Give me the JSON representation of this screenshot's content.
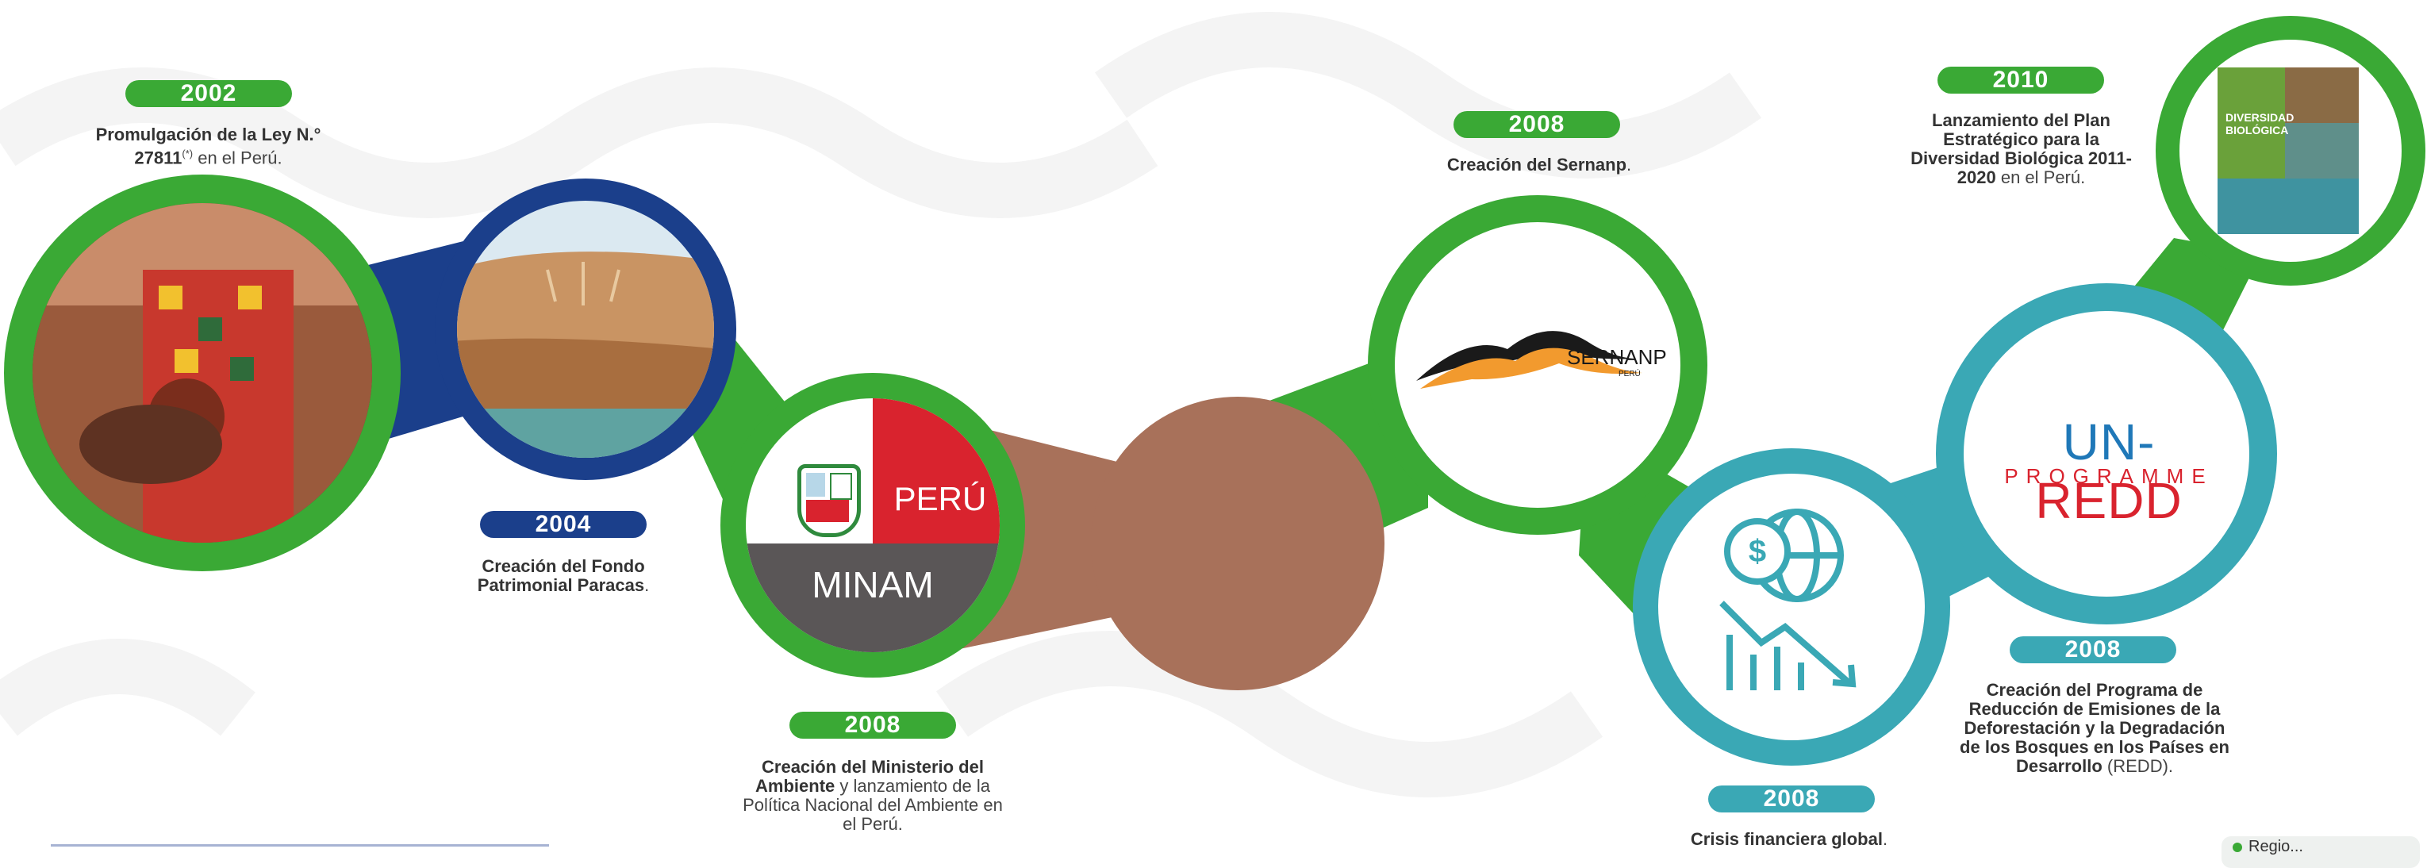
{
  "events": {
    "e2002": {
      "year": "2002",
      "title": "Promulgación de la Ley N.° 27811",
      "sup": "(*)",
      "rest": "en el Perú."
    },
    "e2004": {
      "year": "2004",
      "title": "Creación del Fondo Patrimonial Paracas",
      "rest": "."
    },
    "e2008_minam": {
      "year": "2008",
      "title": "Creación del Ministerio del Ambiente",
      "rest": "y lanzamiento de la Política Nacional del Ambiente en el Perú."
    },
    "e2008_sernanp": {
      "year": "2008",
      "title": "Creación del Sernanp",
      "rest": "."
    },
    "e2008_crisis": {
      "year": "2008",
      "title": "Crisis financiera global",
      "rest": "."
    },
    "e2008_redd": {
      "year": "2008",
      "title": "Creación del Programa de Reducción de Emisiones de la Deforestación y la Degradación de los Bosques en los Países en Desarrollo",
      "rest": "(REDD)."
    },
    "e2010": {
      "year": "2010",
      "title": "Lanzamiento del Plan Estratégico para la Diversidad Biológica 2011-2020",
      "rest": "en el Perú."
    }
  },
  "logos": {
    "peru": "PERÚ",
    "minam": "MINAM",
    "sernanp": "SERNANP",
    "sernanp_sub": "PERÚ",
    "unredd_un": "UN-",
    "unredd_redd": "REDD",
    "unredd_programme": "PROGRAMME",
    "book_title": "DIVERSIDAD BIOLÓGICA"
  },
  "footer": {
    "chip": "Regio..."
  },
  "colors": {
    "green": "#3aa935",
    "navy": "#1b3f8b",
    "teal": "#3aa8b5",
    "brown": "#a8715a",
    "red": "#d9232e",
    "gray": "#5a5657"
  },
  "icons": {
    "globe_money": "globe-dollar-down-chart-icon",
    "coat_of_arms": "peru-coat-of-arms-icon"
  }
}
